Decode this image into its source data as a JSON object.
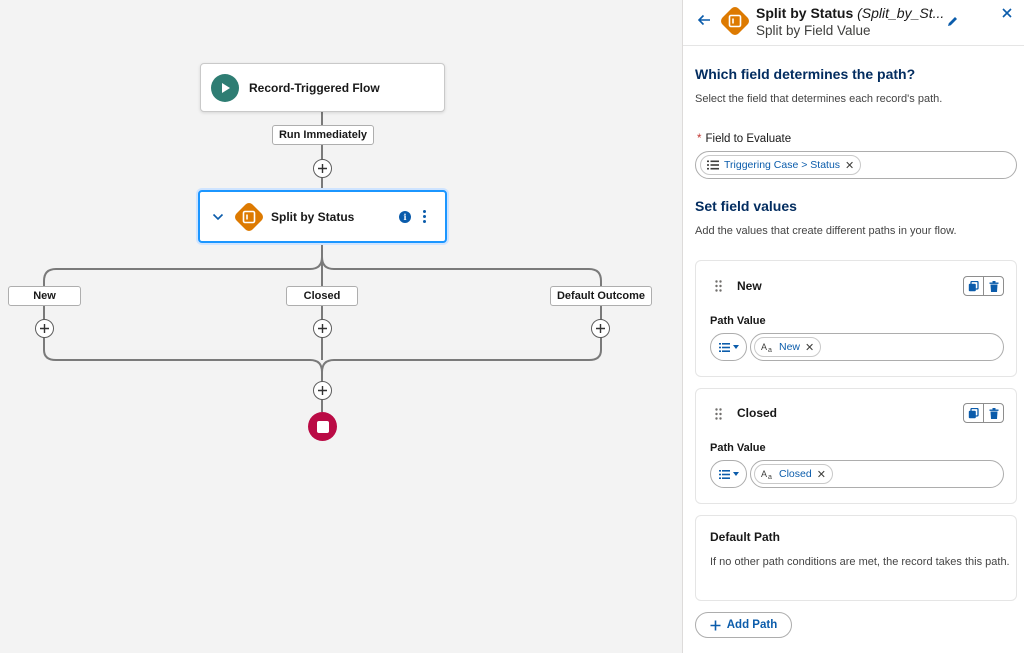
{
  "canvas": {
    "start_node": {
      "title": "Record-Triggered Flow",
      "icon": "play-icon"
    },
    "run_label": "Run Immediately",
    "decision_node": {
      "title": "Split by Status",
      "icon": "decision-icon"
    },
    "branches": [
      {
        "label": "New"
      },
      {
        "label": "Closed"
      },
      {
        "label": "Default Outcome"
      }
    ],
    "colors": {
      "start": "#2e7d73",
      "decision": "#dd7a01",
      "end": "#ba0b45",
      "selected_border": "#1b96ff"
    }
  },
  "panel": {
    "title": "Split by Status",
    "api_name": "(Split_by_St...",
    "subtitle": "Split by Field Value",
    "field_section": {
      "heading": "Which field determines the path?",
      "help": "Select the field that determines each record's path.",
      "field_label": "Field to Evaluate",
      "field_value": "Triggering Case > Status"
    },
    "values_section": {
      "heading": "Set field values",
      "help": "Add the values that create different paths in your flow."
    },
    "paths": [
      {
        "name": "New",
        "value_label": "Path Value",
        "value": "New"
      },
      {
        "name": "Closed",
        "value_label": "Path Value",
        "value": "Closed"
      }
    ],
    "default_path": {
      "title": "Default Path",
      "text": "If no other path conditions are met, the record takes this path."
    },
    "add_path_label": "Add Path"
  }
}
